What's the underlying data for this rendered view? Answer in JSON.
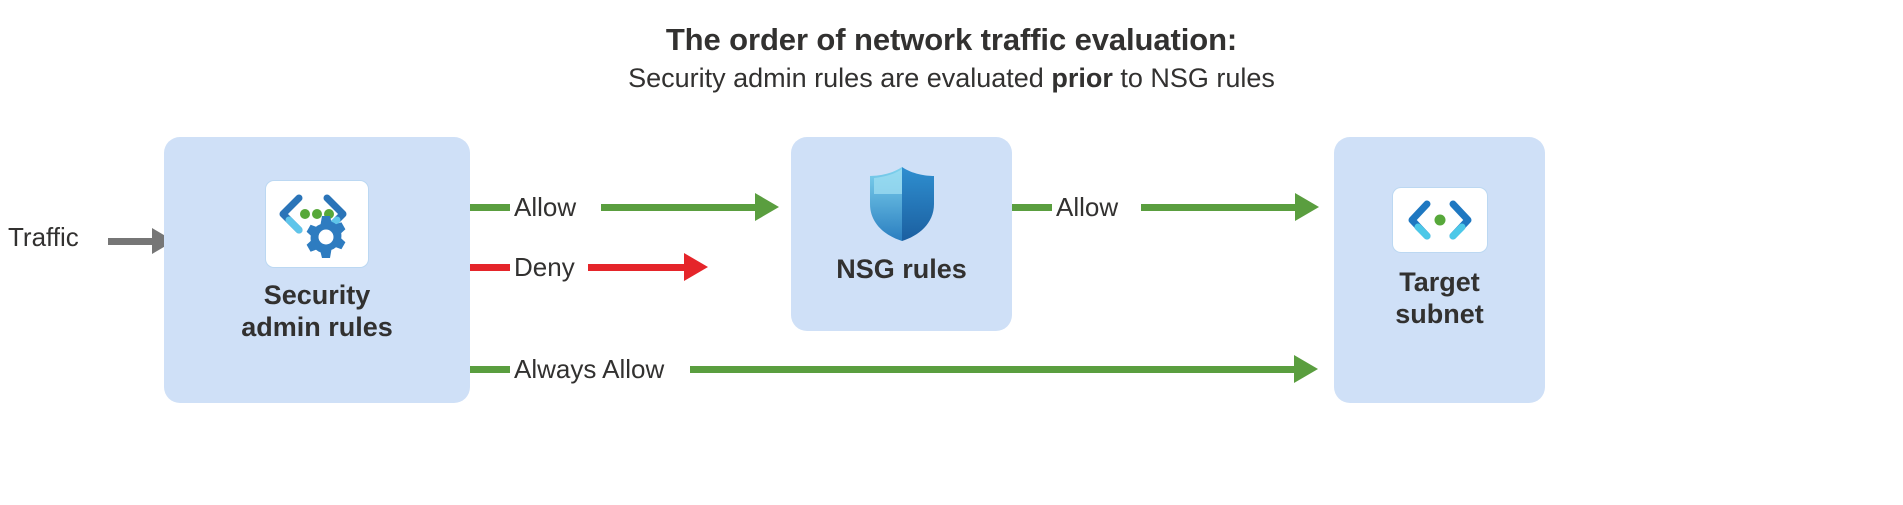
{
  "heading": {
    "title": "The order of network traffic evaluation:",
    "subtitle_pre": "Security admin rules are evaluated ",
    "subtitle_strong": "prior",
    "subtitle_post": " to NSG rules"
  },
  "nodes": [
    {
      "id": "security",
      "label": "Security\nadmin rules",
      "icon": "security-admin-rules-icon",
      "fill": "#cfe0f7"
    },
    {
      "id": "nsg",
      "label": "NSG rules",
      "icon": "shield-icon",
      "fill": "#cfe0f7"
    },
    {
      "id": "target",
      "label": "Target\nsubnet",
      "icon": "subnet-code-icon",
      "fill": "#cfe0f7"
    }
  ],
  "edges": [
    {
      "id": "traffic",
      "label": "Traffic",
      "color": "#767676",
      "from": "outside",
      "to": "security"
    },
    {
      "id": "allow1",
      "label": "Allow",
      "color": "#5a9e3f",
      "from": "security",
      "to": "nsg"
    },
    {
      "id": "deny",
      "label": "Deny",
      "color": "#e5252a",
      "from": "security",
      "to": "blocked"
    },
    {
      "id": "allow2",
      "label": "Allow",
      "color": "#5a9e3f",
      "from": "nsg",
      "to": "target"
    },
    {
      "id": "always-allow",
      "label": "Always Allow",
      "color": "#5a9e3f",
      "from": "security",
      "to": "target"
    }
  ],
  "colors": {
    "allow": "#5a9e3f",
    "deny": "#e5252a",
    "traffic": "#767676",
    "node_fill": "#cfe0f7",
    "text": "#323130",
    "background": "#ffffff"
  }
}
